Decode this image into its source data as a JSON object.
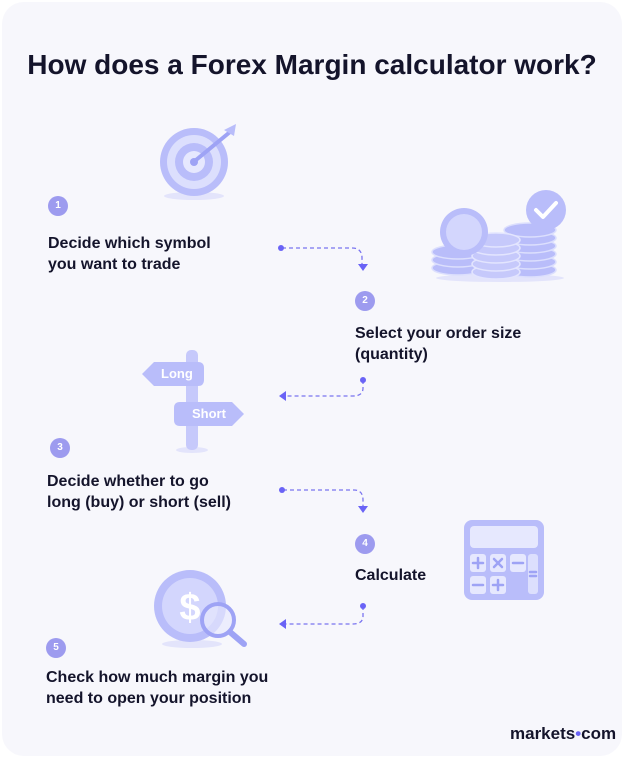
{
  "title": "How does a Forex Margin calculator work?",
  "steps": [
    {
      "number": "1",
      "text_line1": "Decide which symbol",
      "text_line2": "you want to trade",
      "icon": "target-icon"
    },
    {
      "number": "2",
      "text_line1": "Select your order size",
      "text_line2": "(quantity)",
      "icon": "coin-stacks-icon"
    },
    {
      "number": "3",
      "text_line1": "Decide whether to go",
      "text_line2": "long (buy) or short (sell)",
      "icon": "signpost-icon"
    },
    {
      "number": "4",
      "text_line1": "Calculate",
      "text_line2": "",
      "icon": "calculator-icon"
    },
    {
      "number": "5",
      "text_line1": "Check how much margin you",
      "text_line2": "need to open your position",
      "icon": "dollar-magnifier-icon"
    }
  ],
  "signpost": {
    "long_label": "Long",
    "short_label": "Short"
  },
  "logo": {
    "left": "markets",
    "dot": "•",
    "right": "com"
  },
  "colors": {
    "accent": "#6a63f6",
    "badge": "#9d9bef",
    "illustration": "#bfc3fb",
    "text": "#14142b",
    "background": "#f7f7fc"
  }
}
